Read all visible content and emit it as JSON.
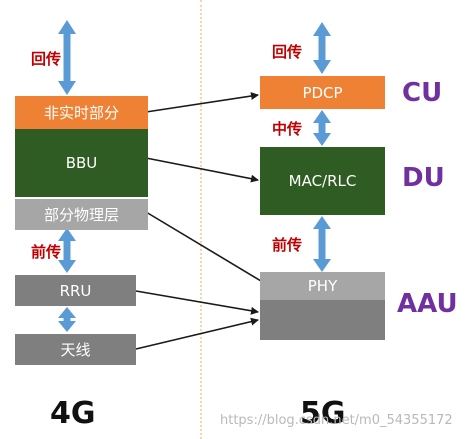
{
  "left": {
    "top_arrow_label": "回传",
    "boxes": {
      "non_realtime": "非实时部分",
      "bbu": "BBU",
      "phys_layer": "部分物理层",
      "rru": "RRU",
      "antenna": "天线"
    },
    "fronthaul_label": "前传",
    "footer": "4G"
  },
  "right": {
    "top_arrow_label": "回传",
    "boxes": {
      "pdcp": "PDCP",
      "mac_rlc": "MAC/RLC",
      "phy": "PHY"
    },
    "midhaul_label": "中传",
    "fronthaul_label": "前传",
    "unit_labels": {
      "cu": "CU",
      "du": "DU",
      "aau": "AAU"
    },
    "footer": "5G"
  },
  "watermark": "https://blog.csdn.net/m0_54355172",
  "colors": {
    "orange": "#ee8133",
    "green": "#2f5c22",
    "grey": "#a6a6a6",
    "dark_grey": "#7f7f7f",
    "arrow_blue": "#5b9bd5",
    "red_label": "#c00000",
    "purple_label": "#7030a0"
  }
}
